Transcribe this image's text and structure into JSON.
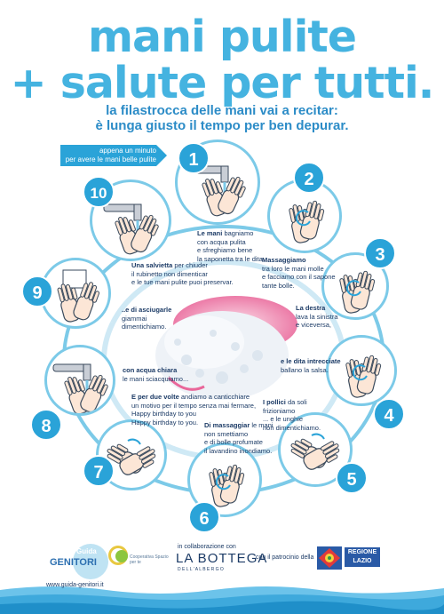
{
  "title": {
    "line1": "mani pulite",
    "line2": "+ salute per tutti."
  },
  "subtitle": {
    "line1": "la filastrocca delle mani vai a recitar:",
    "line2": "è lunga giusto il tempo per ben depurar."
  },
  "start_arrow": {
    "line1": "appena un minuto",
    "line2": "per avere le mani belle pulite"
  },
  "steps": [
    {
      "n": "1",
      "bold": "Le mani",
      "rest": [
        "bagniamo",
        "con acqua pulita",
        "e sfreghiamo bene",
        "la saponetta tra le dita"
      ]
    },
    {
      "n": "2",
      "bold": "Massaggiamo",
      "rest": [
        "tra loro le mani molle",
        "e facciamo con il sapone",
        "tante bolle."
      ]
    },
    {
      "n": "3",
      "bold": "La destra",
      "rest": [
        "lava la sinistra",
        "e viceversa,"
      ]
    },
    {
      "n": "4",
      "bold": "e le dita intrecciate",
      "rest": [
        "ballano la salsa."
      ]
    },
    {
      "n": "5",
      "bold": "I pollici",
      "rest": [
        "da soli frizioniamo",
        "... e le unghie",
        "non dimentichiamo."
      ]
    },
    {
      "n": "6",
      "bold": "Di massaggiar",
      "rest": [
        "le mani",
        "non smettiamo",
        "e di bolle profumate",
        "il lavandino inondiamo."
      ]
    },
    {
      "n": "7",
      "bold": "E per due volte",
      "rest": [
        "andiamo a canticchiare",
        "un motivo per il tempo senza mai fermare,",
        "Happy birthday to you",
        "Happy birthday to you."
      ]
    },
    {
      "n": "8",
      "bold": "con acqua chiara",
      "rest": [
        "le mani sciacquiamo..."
      ]
    },
    {
      "n": "9",
      "bold": "..e di asciugarle",
      "rest": [
        "giammai",
        "dimentichiamo."
      ]
    },
    {
      "n": "10",
      "bold": "Una salvietta",
      "rest": [
        "per chiuder",
        "il rubinetto non dimenticar",
        "e le tue mani pulite puoi preservar."
      ]
    }
  ],
  "footer": {
    "guida": "Guida",
    "genitori": "GENITORI",
    "website": "www.guida-genitori.it",
    "collab": "in collaborazione con",
    "bottega": "LA BOTTEGA",
    "bottega_sub": "D E L L ' A L B E R G O",
    "patrocinio": "con il patrocinio della",
    "regione": "REGIONE",
    "lazio": "LAZIO",
    "cooperativa": "Cooperativa Spazio per te"
  },
  "colors": {
    "accent": "#45b3e0",
    "badge": "#2aa3d8",
    "ring": "#7ccae8",
    "text": "#1c3b66"
  }
}
